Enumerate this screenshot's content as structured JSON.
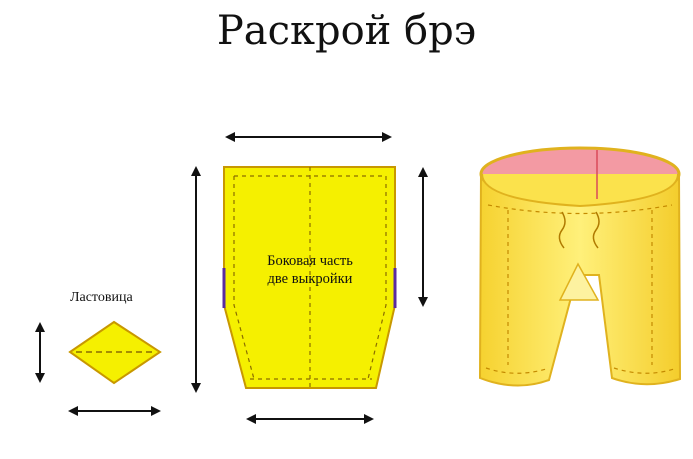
{
  "title": "Раскрой брэ",
  "gusset": {
    "label": "Ластовица"
  },
  "side_piece": {
    "line1": "Боковая часть",
    "line2": "две выкройки"
  },
  "colors": {
    "fabric_fill": "#f5f000",
    "fabric_outline": "#c89800",
    "seam_dash": "#8a6d00",
    "garment_body": "#fbe24c",
    "garment_inner": "#f39aa3",
    "arrow": "#111111",
    "notch": "#5a2ca0"
  },
  "icons": [
    "double-arrow-icon"
  ]
}
